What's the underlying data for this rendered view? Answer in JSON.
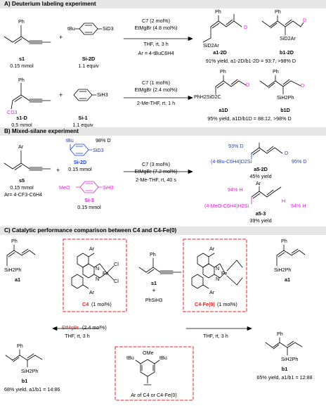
{
  "sections": {
    "a": {
      "title": "A) Deuterium labeling experiment"
    },
    "b": {
      "title": "B) Mixed-silane experiment"
    },
    "c": {
      "title": "C) Catalytic performance comparison between C4 and C4-Fe(0)"
    }
  },
  "a1": {
    "s1_label": "s1",
    "s1_amt": "0.15 mmol",
    "plus": "+",
    "tBu": "tBu",
    "si_group": "SiD3",
    "si2d_label": "Si-2D",
    "si2d_amt": "1.1 equiv",
    "cond_cat": "C7 (2 mol%)",
    "cond_grig": "EtMgBr (4.8 mol%)",
    "cond_solv": "THF, rt, 3 h",
    "cond_ar": "Ar = 4-tBuC6H4",
    "ph": "Ph",
    "d": "D",
    "sid2ar_prod": "SiD2Ar",
    "sid2ar_b": "SiD2Ar",
    "p1_label": "a1-2D",
    "p2_label": "b1-2D",
    "result": "91% yield, a1-2D/b1-2D = 93:7, >98% D"
  },
  "a2": {
    "cd3": "CD3",
    "s1d_label": "s1-D",
    "s1d_amt": "0.5 mmol",
    "plus": "+",
    "sih3": "SiH3",
    "si1_label": "Si-1",
    "si1_amt": "1.1 equiv",
    "cond_cat": "C7 (1 mol%)",
    "cond_grig": "EtMgBr (2.4 mol%)",
    "cond_solv": "2-Me-THF, rt, 1 h",
    "ph": "Ph",
    "phh2sid2c": "PhH2SiD2C",
    "d": "D",
    "sih2ph": "SiH2Ph",
    "p1_label": "a1D",
    "p2_label": "b1D",
    "result": "95% yield, a1D/b1D = 88:12, >98% D"
  },
  "b": {
    "ar": "Ar",
    "s5_label": "s5",
    "s5_amt": "0.15 mmol",
    "s5_ar": "Ar= 4-CF3-C6H4",
    "plus": "+",
    "tBu": "tBu",
    "sid3": "SiD3",
    "d98": "98% D",
    "si2d_label": "Si-2D",
    "si2d_amt": "0.15 mmol",
    "meo": "MeO",
    "sih3": "SiH3",
    "si3_label": "Si-3",
    "si3_amt": "0.15 mmol",
    "cond_cat": "C7 (3 mol%)",
    "cond_grig": "EtMgBr (7.2 mol%)",
    "cond_solv": "2-Me-THF, rt, 40 s",
    "p1_d93": "93% D",
    "p1_si": "(4-tBu-C6H4)D2Si",
    "p1_d95": "95% D",
    "d": "D",
    "h": "H",
    "p1_label": "a5-2D",
    "p1_yield": "45% yield",
    "p2_h94a": "94% H",
    "p2_si": "(4-MeO-C6H4)H2Si",
    "p2_h94b": "94% H",
    "p2_label": "a5-3",
    "p2_yield": "39% yield"
  },
  "c": {
    "ar": "Ar",
    "n": "N",
    "fe": "Fe",
    "cl": "Cl",
    "c4_label": "C4",
    "c4_mol": "(1 mol%)",
    "c4fe_label": "C4-Fe(0)",
    "c4fe_mol": "(1 mol%)",
    "ph": "Ph",
    "s1_label": "s1",
    "plus": "+",
    "phsih3": "PhSiH3",
    "left_grig": "EtMgBr",
    "left_grig_mol": "(2.4 mol%)",
    "left_solv": "THF, rt, 3 h",
    "right_solv": "THF, rt, 3 h",
    "sih2ph": "SiH2Ph",
    "a1_label": "a1",
    "b1_label": "b1",
    "left_result": "68% yield, a1/b1 = 14:86",
    "right_result": "65% yield, a1/b1 = 12:88",
    "ome": "OMe",
    "tbu": "tBu",
    "ar_caption": "Ar of C4 or C4-Fe(0)"
  },
  "colors": {
    "accent_red": "#e02020",
    "blue": "#1a3fd6",
    "magenta": "#e024d2",
    "header_bg": "#e6e6e6"
  }
}
